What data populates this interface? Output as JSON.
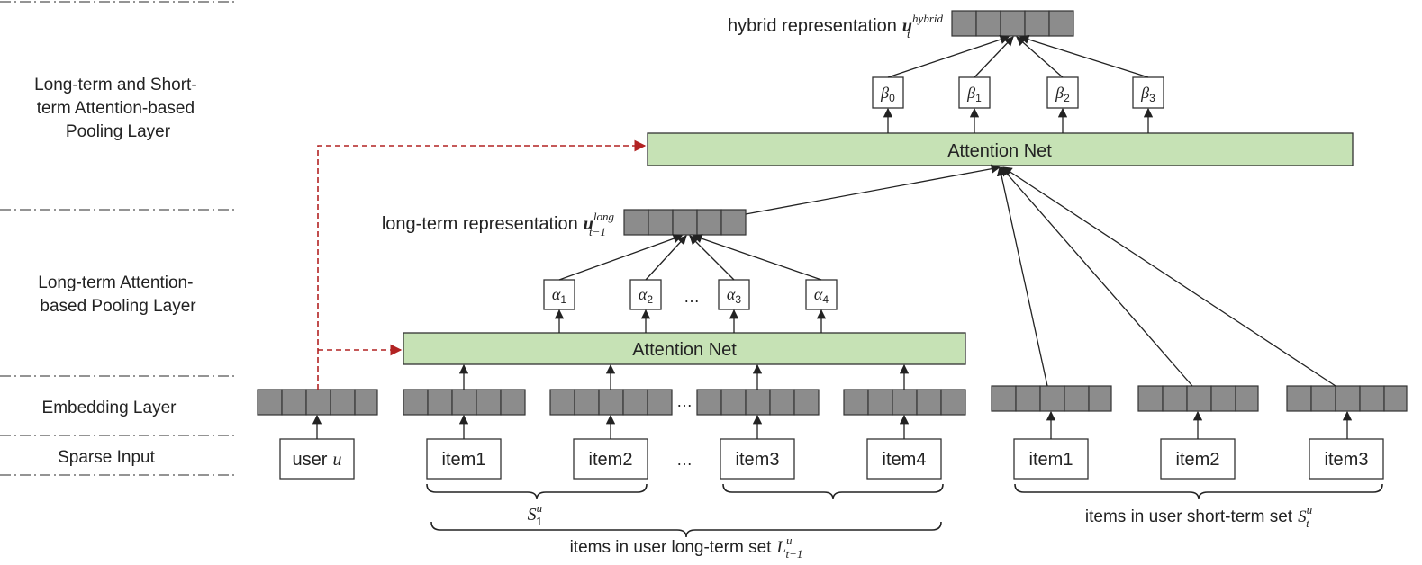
{
  "layers": {
    "pooling_long_short": "Long-term and Short-term Attention-based Pooling  Layer",
    "pooling_long": "Long-term Attention-based Pooling  Layer",
    "embedding": "Embedding  Layer",
    "sparse": "Sparse Input"
  },
  "layer_lines": {
    "pooling_long_short": [
      "Long-term and Short-",
      "term Attention-based",
      "Pooling  Layer"
    ],
    "pooling_long": [
      "Long-term Attention-",
      "based Pooling  Layer"
    ]
  },
  "attention_net_label": "Attention Net",
  "hybrid": {
    "label": "hybrid representation",
    "symbol": "u",
    "sup": "hybrid",
    "sub": "t"
  },
  "longterm": {
    "label": "long-term representation",
    "symbol": "u",
    "sup": "long",
    "sub": "t−1"
  },
  "alphas": [
    {
      "sym": "α",
      "sub": "1"
    },
    {
      "sym": "α",
      "sub": "2"
    },
    {
      "sym": "α",
      "sub": "3"
    },
    {
      "sym": "α",
      "sub": "4"
    }
  ],
  "betas": [
    {
      "sym": "β",
      "sub": "0"
    },
    {
      "sym": "β",
      "sub": "1"
    },
    {
      "sym": "β",
      "sub": "2"
    },
    {
      "sym": "β",
      "sub": "3"
    }
  ],
  "user_input": {
    "label": "user",
    "var": "u"
  },
  "long_items": [
    "item1",
    "item2",
    "item3",
    "item4"
  ],
  "short_items": [
    "item1",
    "item2",
    "item3"
  ],
  "ellipsis": "…",
  "braces": {
    "s1": {
      "sym": "S",
      "sub": "1",
      "sup": "u"
    },
    "long_set": {
      "label": "items in user long-term set",
      "sym": "L",
      "sub": "t−1",
      "sup": "u"
    },
    "short_set": {
      "label": "items in user short-term set",
      "sym": "S",
      "sub": "t",
      "sup": "u"
    }
  },
  "colors": {
    "attention_fill": "#c6e2b5",
    "embedding_cell": "#8c8c8c",
    "user_link": "#b22222"
  }
}
